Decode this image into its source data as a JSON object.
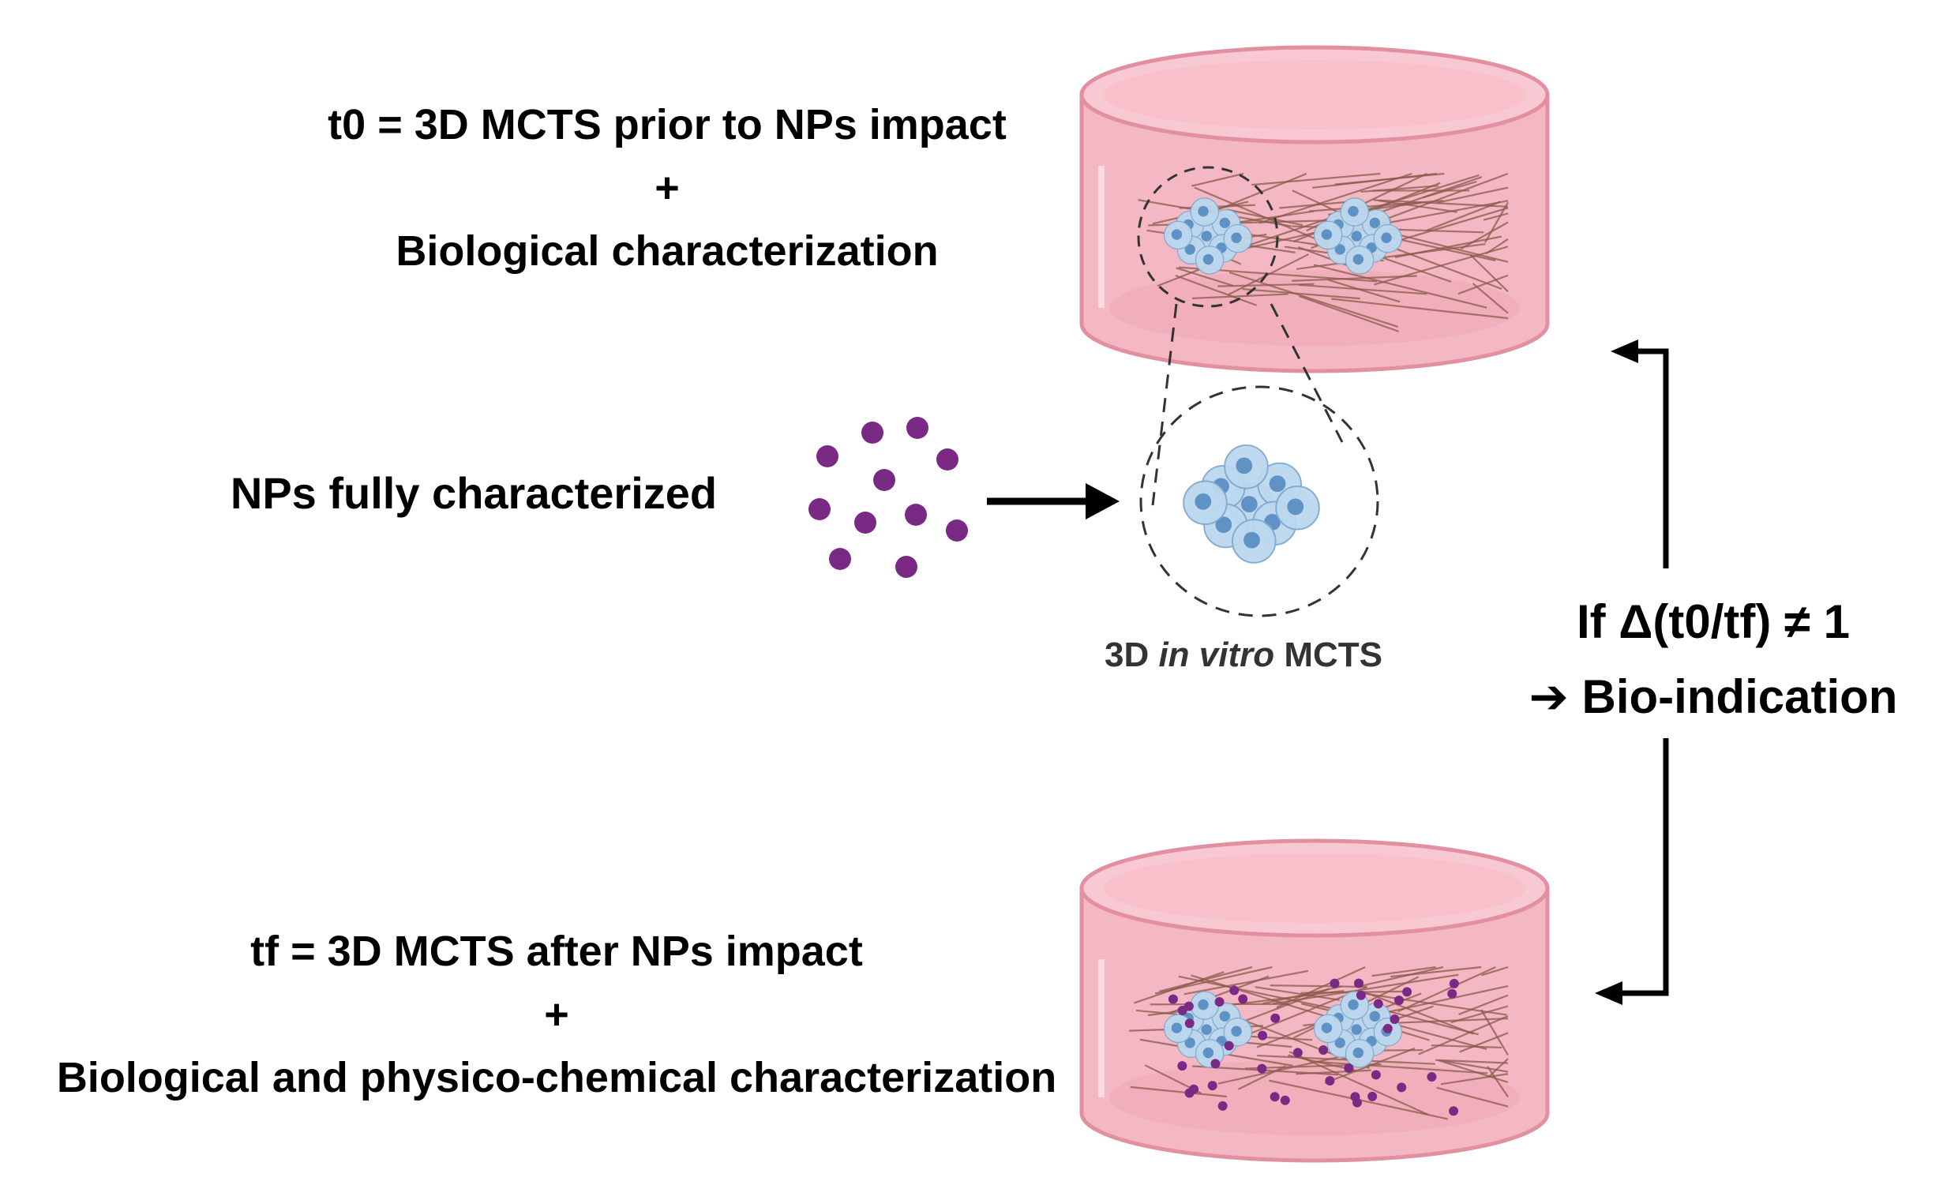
{
  "t0_block": {
    "line1": "t0 = 3D MCTS prior to NPs impact",
    "plus": "+",
    "line2": "Biological characterization"
  },
  "nps_label": "NPs fully characterized",
  "caption": {
    "prefix": "3D",
    "italic": "in vitro",
    "suffix": "MCTS"
  },
  "condition": {
    "line1": "If Δ(t0/tf) ≠ 1",
    "arrow_glyph": "➔",
    "line2": "Bio-indication"
  },
  "tf_block": {
    "line1": "tf = 3D MCTS after NPs impact",
    "plus": "+",
    "line2": "Biological and physico-chemical characterization"
  },
  "colors": {
    "dish_body": "#f3b8c3",
    "dish_top": "#f8c9d2",
    "dish_edge": "#e28fa0",
    "fiber": "#8a5a4a",
    "cell": "#bcd8ee",
    "cell_nucleus": "#4f86bd",
    "nanoparticle": "#7a2a85"
  }
}
